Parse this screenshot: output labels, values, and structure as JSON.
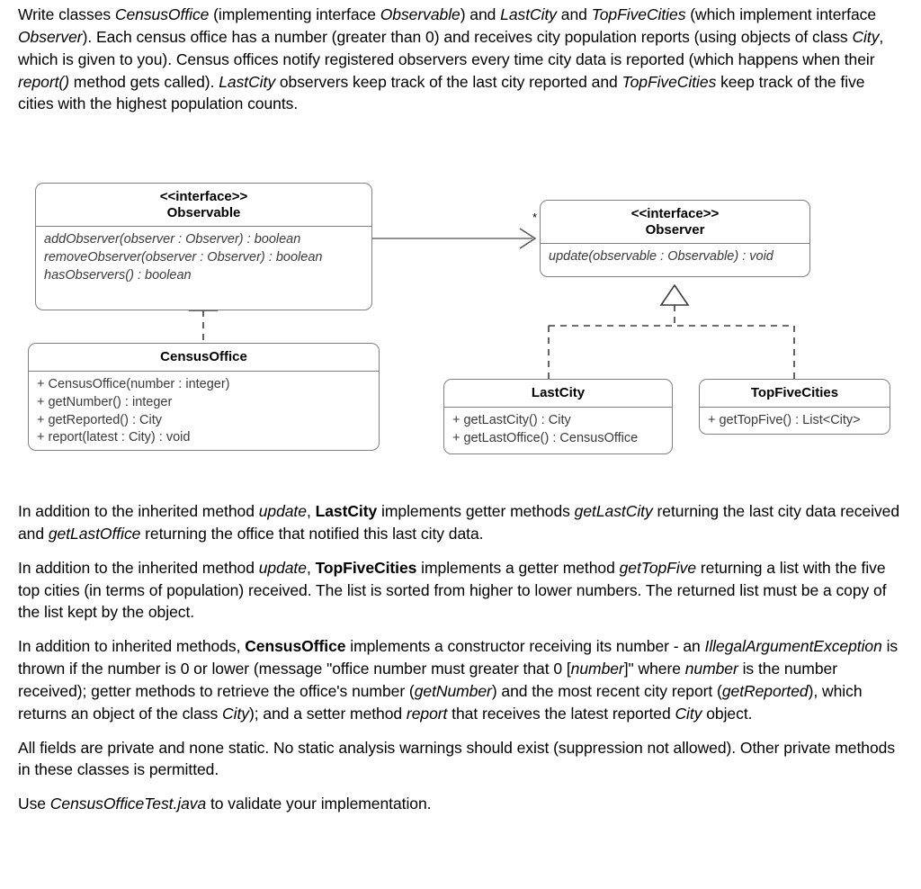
{
  "document": {
    "intro_paragraph_runs": [
      {
        "t": "Write classes ",
        "s": "normal"
      },
      {
        "t": "CensusOffice",
        "s": "italic"
      },
      {
        "t": " (implementing interface ",
        "s": "normal"
      },
      {
        "t": "Observable",
        "s": "italic"
      },
      {
        "t": ") and ",
        "s": "normal"
      },
      {
        "t": "LastCity",
        "s": "italic"
      },
      {
        "t": " and ",
        "s": "normal"
      },
      {
        "t": "TopFiveCities",
        "s": "italic"
      },
      {
        "t": " (which implement interface ",
        "s": "normal"
      },
      {
        "t": "Observer",
        "s": "italic"
      },
      {
        "t": ").  Each census office has a number (greater than 0) and receives city population reports (using objects of class ",
        "s": "normal"
      },
      {
        "t": "City",
        "s": "italic"
      },
      {
        "t": ", which is given to you). Census offices notify registered observers every time city data is reported (which happens when their ",
        "s": "normal"
      },
      {
        "t": "report()",
        "s": "italic"
      },
      {
        "t": " method gets called). ",
        "s": "normal"
      },
      {
        "t": "LastCity",
        "s": "italic"
      },
      {
        "t": " observers keep track of the last city reported and ",
        "s": "normal"
      },
      {
        "t": "TopFiveCities",
        "s": "italic"
      },
      {
        "t": " keep track of the five cities with the highest population counts.",
        "s": "normal"
      }
    ],
    "paragraphs": [
      {
        "id": "lastcity-paragraph",
        "runs": [
          {
            "t": "In addition to the inherited method ",
            "s": "normal"
          },
          {
            "t": "update",
            "s": "italic"
          },
          {
            "t": ", ",
            "s": "normal"
          },
          {
            "t": "LastCity",
            "s": "bold"
          },
          {
            "t": " implements getter methods ",
            "s": "normal"
          },
          {
            "t": "getLastCity",
            "s": "italic"
          },
          {
            "t": " returning the last city data received and ",
            "s": "normal"
          },
          {
            "t": "getLastOffice",
            "s": "italic"
          },
          {
            "t": " returning the office that notified this last city data.",
            "s": "normal"
          }
        ]
      },
      {
        "id": "topfivecities-paragraph",
        "runs": [
          {
            "t": "In addition to the inherited method ",
            "s": "normal"
          },
          {
            "t": "update",
            "s": "italic"
          },
          {
            "t": ", ",
            "s": "normal"
          },
          {
            "t": "TopFiveCities",
            "s": "bold"
          },
          {
            "t": " implements a getter method ",
            "s": "normal"
          },
          {
            "t": "getTopFive",
            "s": "italic"
          },
          {
            "t": " returning a list with the five top cities (in terms of population) received. The list is sorted from higher to lower numbers. The returned list must be a copy of the list kept by the object.",
            "s": "normal"
          }
        ]
      },
      {
        "id": "censusoffice-paragraph",
        "runs": [
          {
            "t": "In addition to inherited methods, ",
            "s": "normal"
          },
          {
            "t": "CensusOffice",
            "s": "bold"
          },
          {
            "t": " implements a constructor receiving its number - an ",
            "s": "normal"
          },
          {
            "t": "IllegalArgumentException",
            "s": "italic"
          },
          {
            "t": " is thrown if the number is 0 or lower (message \"office number must greater that 0 [",
            "s": "normal"
          },
          {
            "t": "number",
            "s": "italic"
          },
          {
            "t": "]\" where ",
            "s": "normal"
          },
          {
            "t": "number",
            "s": "italic"
          },
          {
            "t": " is the number received); getter methods to retrieve the office's number (",
            "s": "normal"
          },
          {
            "t": "getNumber",
            "s": "italic"
          },
          {
            "t": ") and the most recent city report (",
            "s": "normal"
          },
          {
            "t": "getReported",
            "s": "italic"
          },
          {
            "t": "), which returns an object of the class ",
            "s": "normal"
          },
          {
            "t": "City",
            "s": "italic"
          },
          {
            "t": "); and a setter method ",
            "s": "normal"
          },
          {
            "t": "report",
            "s": "italic"
          },
          {
            "t": " that receives the latest reported ",
            "s": "normal"
          },
          {
            "t": "City",
            "s": "italic"
          },
          {
            "t": " object.",
            "s": "normal"
          }
        ]
      },
      {
        "id": "fields-paragraph",
        "runs": [
          {
            "t": "All fields are private and none static. No static analysis warnings should exist (suppression not allowed). Other private methods in these classes is permitted.",
            "s": "normal"
          }
        ]
      },
      {
        "id": "test-paragraph",
        "runs": [
          {
            "t": "Use ",
            "s": "normal"
          },
          {
            "t": "CensusOfficeTest.java",
            "s": "italic"
          },
          {
            "t": " to validate your implementation.",
            "s": "normal"
          }
        ]
      }
    ]
  },
  "diagram": {
    "type": "uml-class-diagram",
    "colors": {
      "box_border": "#808080",
      "connector": "#4d4d4d",
      "background": "#ffffff",
      "text": "#000000",
      "member_text": "#3a3a3a"
    },
    "classes": [
      {
        "id": "observable",
        "stereotype": "<<interface>>",
        "name": "Observable",
        "members_italic": true,
        "members": [
          "addObserver(observer : Observer) : boolean",
          "removeObserver(observer : Observer) : boolean",
          "hasObservers() : boolean"
        ]
      },
      {
        "id": "observer",
        "stereotype": "<<interface>>",
        "name": "Observer",
        "members_italic": true,
        "members": [
          "update(observable : Observable) : void"
        ]
      },
      {
        "id": "censusoffice",
        "stereotype": "",
        "name": "CensusOffice",
        "members_italic": false,
        "members": [
          "+ CensusOffice(number : integer)",
          "+ getNumber() : integer",
          "+ getReported() : City",
          "+ report(latest : City) : void"
        ]
      },
      {
        "id": "lastcity",
        "stereotype": "",
        "name": "LastCity",
        "members_italic": false,
        "members": [
          "+ getLastCity() : City",
          "+ getLastOffice() : CensusOffice"
        ]
      },
      {
        "id": "topfivecities",
        "stereotype": "",
        "name": "TopFiveCities",
        "members_italic": false,
        "members": [
          "+ getTopFive() : List<City>"
        ]
      }
    ],
    "association_multiplicity": "*",
    "relationships": [
      {
        "from": "observable",
        "to": "observer",
        "kind": "association",
        "arrow": "open",
        "label": "*"
      },
      {
        "from": "censusoffice",
        "to": "observable",
        "kind": "realization",
        "arrow": "hollow-triangle"
      },
      {
        "from": "lastcity",
        "to": "observer",
        "kind": "realization",
        "arrow": "hollow-triangle"
      },
      {
        "from": "topfivecities",
        "to": "observer",
        "kind": "realization",
        "arrow": "hollow-triangle"
      }
    ]
  }
}
